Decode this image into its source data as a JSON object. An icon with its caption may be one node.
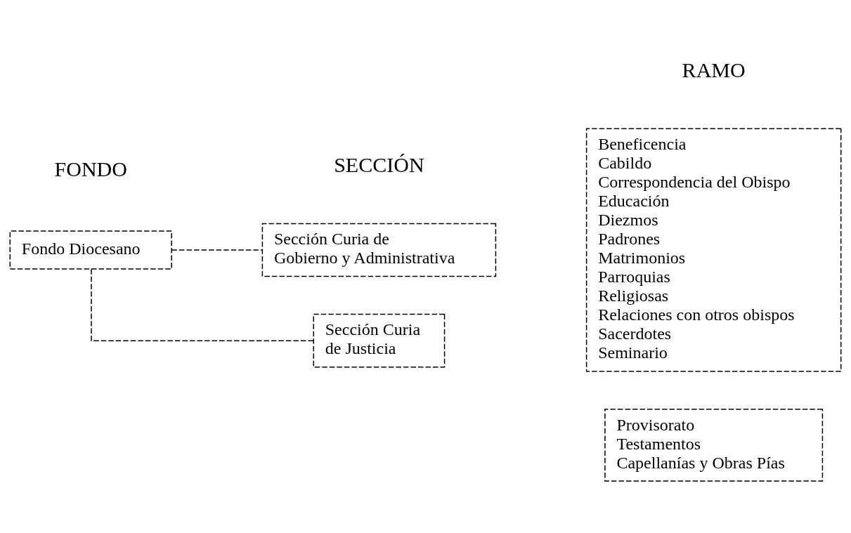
{
  "diagram": {
    "nodes": [
      {
        "text": [
          "Fondo Diocesano"
        ]
      },
      {
        "text": [
          "Sección Curia de Gobierno y Administrativa"
        ]
      },
      {
        "text": [
          "Beneficencia",
          "Cabildo",
          "Correspondencia del Obispo",
          "Educación",
          "Diezmos",
          "Padrones",
          "Matrimonios",
          "Parroquias",
          "Religiosas",
          "Relaciones con otros obispos",
          "Sacerdotes",
          "Seminario"
        ]
      },
      {
        "text": [
          "Sección Curia de Justicia"
        ]
      },
      {
        "text": [
          "Provisorato",
          "Testamentos",
          "Capellanías y Obras Pías"
        ]
      }
    ],
    "edges": [
      {
        "from": 0,
        "to": 1,
        "arrow": "none",
        "style": "dashed"
      },
      {
        "from": 0,
        "to": 3,
        "arrow": "none",
        "style": "dashed"
      }
    ],
    "labels": [
      "FONDO",
      "SECCIÓN",
      "RAMO"
    ]
  }
}
